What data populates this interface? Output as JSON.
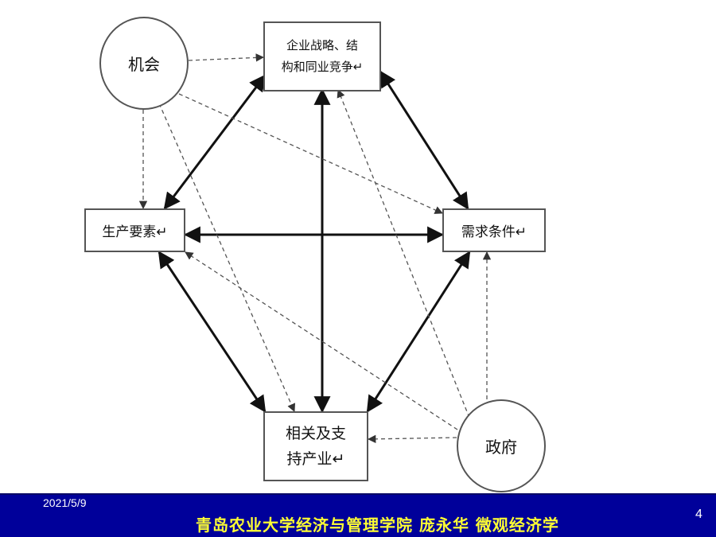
{
  "diagram": {
    "nodes": {
      "strategy": {
        "line1": "企业战略、结",
        "line2": "构和同业竞争↵"
      },
      "factors": {
        "label": "生产要素↵"
      },
      "demand": {
        "label": "需求条件↵"
      },
      "related": {
        "line1": "相关及支",
        "line2": "持产业↵"
      },
      "chance": {
        "label": "机会"
      },
      "government": {
        "label": "政府"
      }
    },
    "edges": [
      {
        "from": "strategy",
        "to": "factors",
        "style": "solid",
        "arrows": "both"
      },
      {
        "from": "strategy",
        "to": "demand",
        "style": "solid",
        "arrows": "both"
      },
      {
        "from": "strategy",
        "to": "related",
        "style": "solid",
        "arrows": "both"
      },
      {
        "from": "factors",
        "to": "demand",
        "style": "solid",
        "arrows": "both"
      },
      {
        "from": "factors",
        "to": "related",
        "style": "solid",
        "arrows": "both"
      },
      {
        "from": "demand",
        "to": "related",
        "style": "solid",
        "arrows": "both"
      },
      {
        "from": "chance",
        "to": "strategy",
        "style": "dashed",
        "arrows": "end"
      },
      {
        "from": "chance",
        "to": "factors",
        "style": "dashed",
        "arrows": "end"
      },
      {
        "from": "chance",
        "to": "demand",
        "style": "dashed",
        "arrows": "end"
      },
      {
        "from": "chance",
        "to": "related",
        "style": "dashed",
        "arrows": "end"
      },
      {
        "from": "government",
        "to": "strategy",
        "style": "dashed",
        "arrows": "end"
      },
      {
        "from": "government",
        "to": "factors",
        "style": "dashed",
        "arrows": "end"
      },
      {
        "from": "government",
        "to": "demand",
        "style": "dashed",
        "arrows": "end"
      },
      {
        "from": "government",
        "to": "related",
        "style": "dashed",
        "arrows": "end"
      }
    ]
  },
  "footer": {
    "date": "2021/5/9",
    "text": "青岛农业大学经济与管理学院 庞永华 微观经济学",
    "page": "4"
  },
  "colors": {
    "footer_bg": "#00009a",
    "footer_text": "#ffff33",
    "footer_date": "#ffffff",
    "line": "#111111",
    "dashed_line": "#555555"
  }
}
